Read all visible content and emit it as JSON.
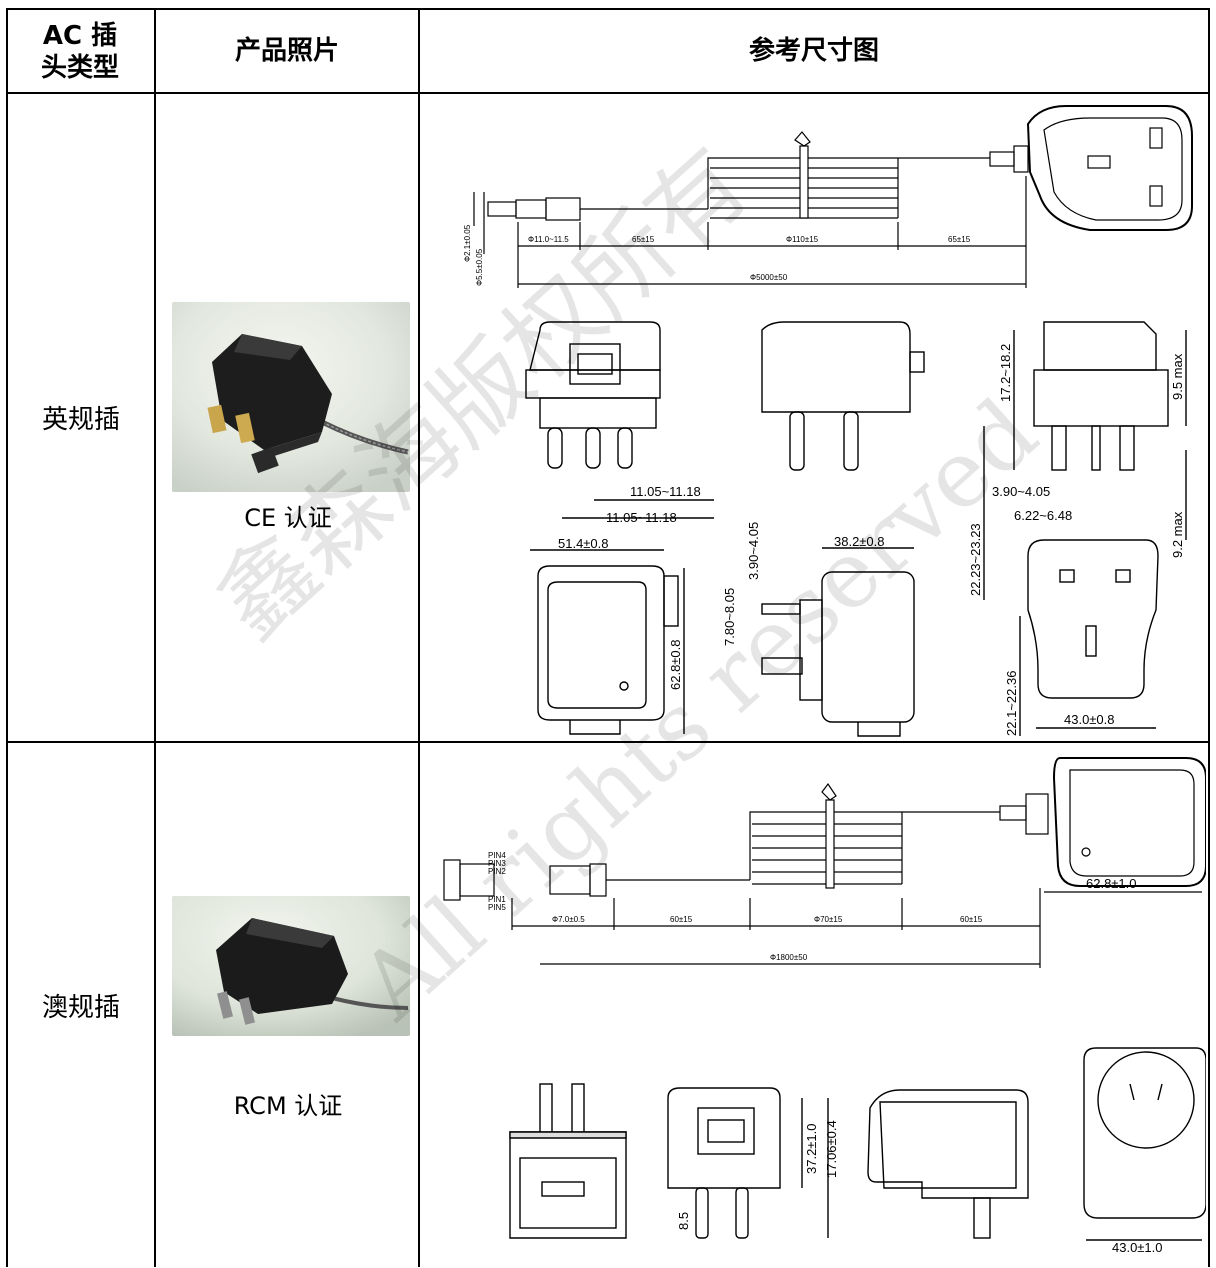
{
  "header": {
    "col1": "AC 插头类型",
    "col2": "产品照片",
    "col3": "参考尺寸图"
  },
  "rows": [
    {
      "plug_type": "英规插",
      "certification": "CE 认证",
      "dims_cable": [
        "Ф2.1±0.05",
        "Ф5.5±0.05",
        "Ф11.0~11.5",
        "65±15",
        "Ф110±15",
        "65±15",
        "Ф5000±50"
      ],
      "dims_views": [
        "11.05~11.18",
        "11.05~11.18",
        "51.4±0.8",
        "62.8±0.8",
        "7.80~8.05",
        "3.90~4.05",
        "38.2±0.8",
        "17.2~18.2",
        "9.5 max",
        "3.90~4.05",
        "6.22~6.48",
        "22.23~23.23",
        "9.2 max",
        "22.1~22.36",
        "43.0±0.8"
      ]
    },
    {
      "plug_type": "澳规插",
      "certification": "RCM 认证",
      "dims_cable": [
        "PIN4",
        "PIN3",
        "PIN2",
        "PIN1",
        "PIN5",
        "Ф7.0±0.5",
        "60±15",
        "Ф70±15",
        "60±15",
        "Ф1800±50"
      ],
      "dims_views": [
        "62.8±1.0",
        "37.2±1.0",
        "17.06±0.4",
        "8.5",
        "43.0±1.0"
      ]
    }
  ],
  "watermark": {
    "line1": "鑫森海版权所有",
    "line2": "All rights reserved"
  }
}
